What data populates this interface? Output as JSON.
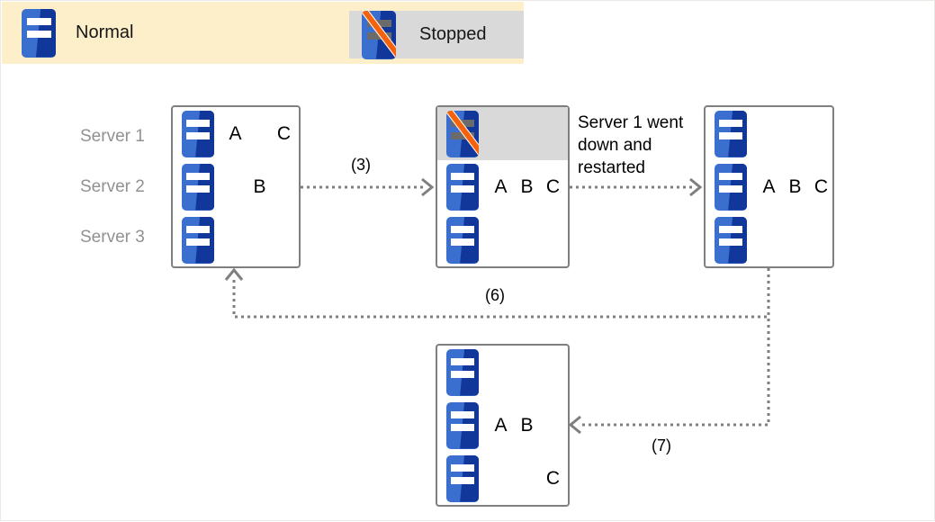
{
  "legend": {
    "normal": {
      "label": "Normal",
      "icon": "server-icon"
    },
    "stopped": {
      "label": "Stopped",
      "icon": "server-stopped-icon"
    },
    "background": "#fdefc9",
    "stopped_chip_background": "#d9d9d9"
  },
  "row_labels": [
    {
      "label": "Server 1"
    },
    {
      "label": "Server 2"
    },
    {
      "label": "Server 3"
    }
  ],
  "nodes": [
    {
      "id": "state-initial",
      "rows": [
        {
          "status": "normal",
          "cells": [
            "A",
            "",
            "C"
          ]
        },
        {
          "status": "normal",
          "cells": [
            "",
            "B",
            ""
          ]
        },
        {
          "status": "normal",
          "cells": [
            "",
            "",
            ""
          ]
        }
      ]
    },
    {
      "id": "state-server1-down",
      "rows": [
        {
          "status": "stopped",
          "cells": [
            "",
            "",
            ""
          ]
        },
        {
          "status": "normal",
          "cells": [
            "A",
            "B",
            "C"
          ]
        },
        {
          "status": "normal",
          "cells": [
            "",
            "",
            ""
          ]
        }
      ]
    },
    {
      "id": "state-server1-restarted",
      "rows": [
        {
          "status": "normal",
          "cells": [
            "",
            "",
            ""
          ]
        },
        {
          "status": "normal",
          "cells": [
            "A",
            "B",
            "C"
          ]
        },
        {
          "status": "normal",
          "cells": [
            "",
            "",
            ""
          ]
        }
      ]
    },
    {
      "id": "state-rebalanced",
      "rows": [
        {
          "status": "normal",
          "cells": [
            "",
            "",
            ""
          ]
        },
        {
          "status": "normal",
          "cells": [
            "A",
            "B",
            ""
          ]
        },
        {
          "status": "normal",
          "cells": [
            "",
            "",
            "C"
          ]
        }
      ]
    }
  ],
  "annotation": {
    "text": "Server 1 went\ndown and\nrestarted"
  },
  "edges": [
    {
      "id": "edge-3",
      "label": "(3)"
    },
    {
      "id": "edge-6",
      "label": "(6)"
    },
    {
      "id": "edge-7",
      "label": "(7)"
    }
  ],
  "colors": {
    "server_light": "#3a6fd0",
    "server_dark": "#12379b",
    "slash": "#f4630c",
    "box_border": "#7f7f7f",
    "connector": "#7f7f7f",
    "row_label": "#919191",
    "down_row": "#d9d9d9"
  }
}
